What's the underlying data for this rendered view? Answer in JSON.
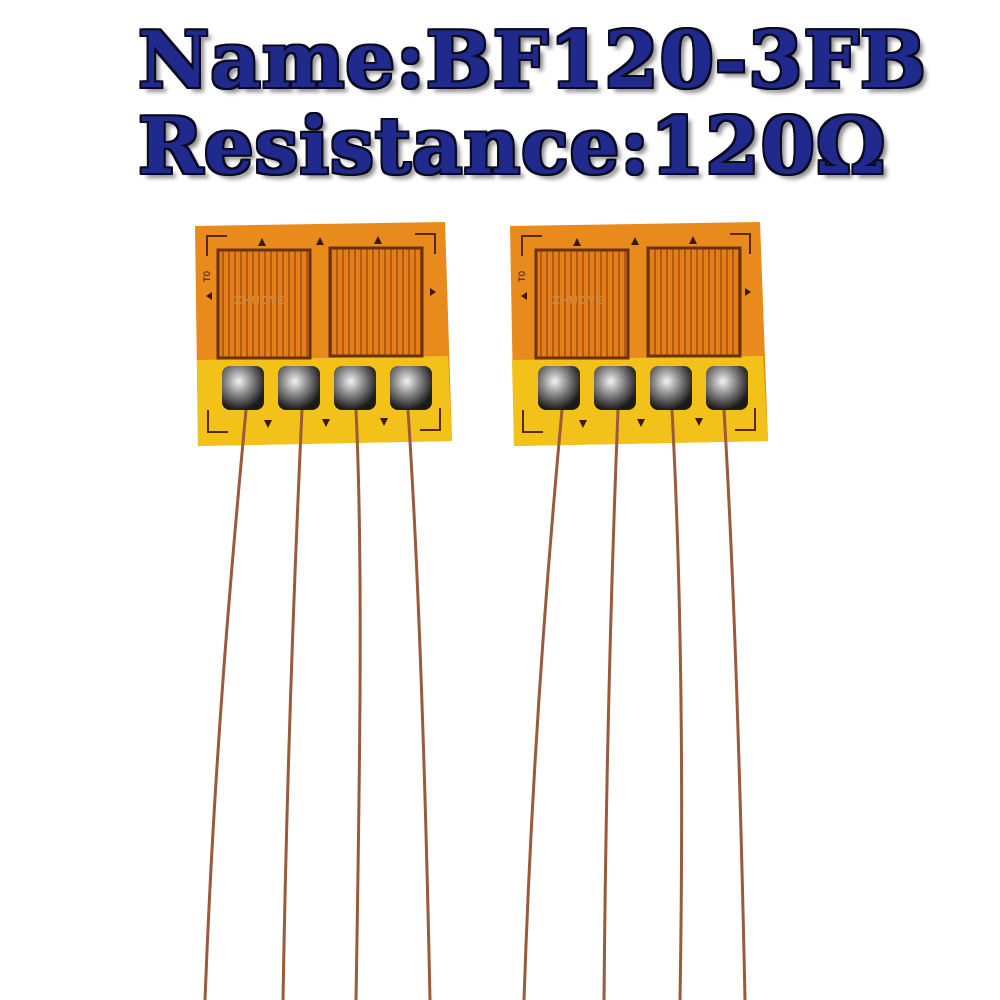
{
  "heading": {
    "name_line": "Name:BF120-3FB",
    "resistance_line": "Resistance:120Ω"
  },
  "gauges": [
    {
      "brand": "ZHUOYE",
      "mark": "T0"
    },
    {
      "brand": "ZHUOYE",
      "mark": "T0"
    }
  ],
  "colors": {
    "title_fill": "#1f2a8c",
    "substrate_orange": "#e98a1c",
    "pad_yellow": "#f3c21a",
    "wire_brown": "#9a5a3c"
  }
}
